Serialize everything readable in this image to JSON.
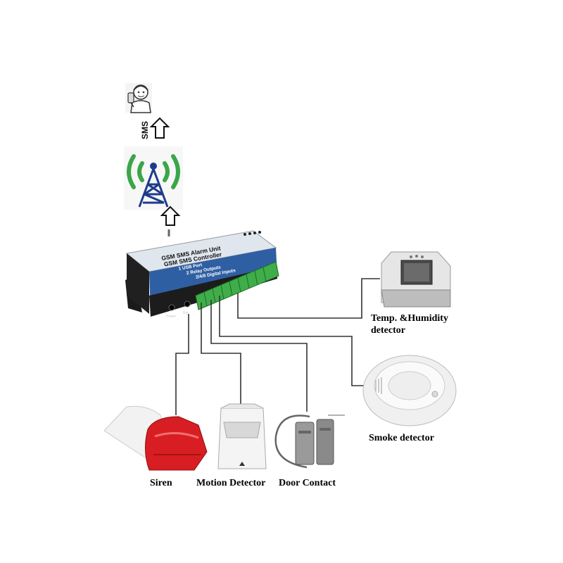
{
  "uplink": {
    "sms_label": "SMS",
    "icons": [
      "person-phone-icon",
      "up-arrow-icon",
      "cell-tower-icon"
    ]
  },
  "controller": {
    "line1": "GSM SMS Alarm Unit",
    "line2": "GSM SMS Controller",
    "features": [
      "1 USB Port",
      "2 Relay Outputs",
      "2/4/8 Digital Inputs"
    ],
    "port_labels": [
      "Power",
      "Bat"
    ],
    "body_color": "#2f5fa3",
    "terminal_color": "#3fae4a"
  },
  "devices": {
    "siren": "Siren",
    "motion": "Motion Detector",
    "door": "Door Contact",
    "temp_line1": "Temp. &Humidity",
    "temp_line2": "detector",
    "smoke": "Smoke detector"
  },
  "colors": {
    "siren_red": "#d81e22",
    "signal_green": "#3aa648",
    "tower_blue": "#1e3c8c"
  }
}
